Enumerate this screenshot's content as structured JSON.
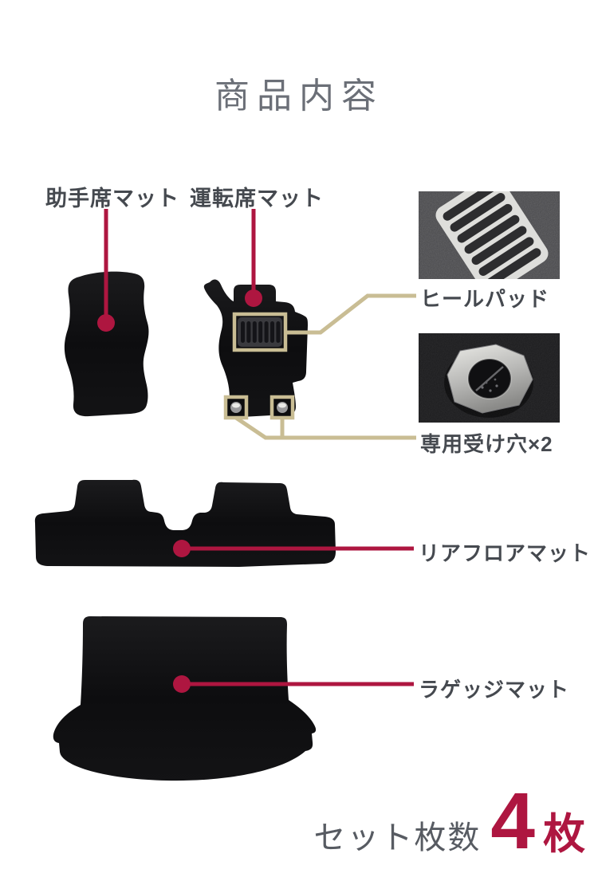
{
  "title": "商品内容",
  "colors": {
    "accent": "#ae1640",
    "connector": "#c9bd94",
    "text_dark": "#45494f",
    "title_gray": "#6b6f77"
  },
  "items": {
    "passenger": {
      "label": "助手席マット"
    },
    "driver": {
      "label": "運転席マット"
    },
    "heel_pad": {
      "label": "ヒールパッド"
    },
    "receiver_holes": {
      "label": "専用受け穴×2"
    },
    "rear": {
      "label": "リアフロアマット"
    },
    "luggage": {
      "label": "ラゲッジマット"
    }
  },
  "footer": {
    "set_count_label": "セット枚数",
    "count_value": "4",
    "count_unit": "枚"
  }
}
